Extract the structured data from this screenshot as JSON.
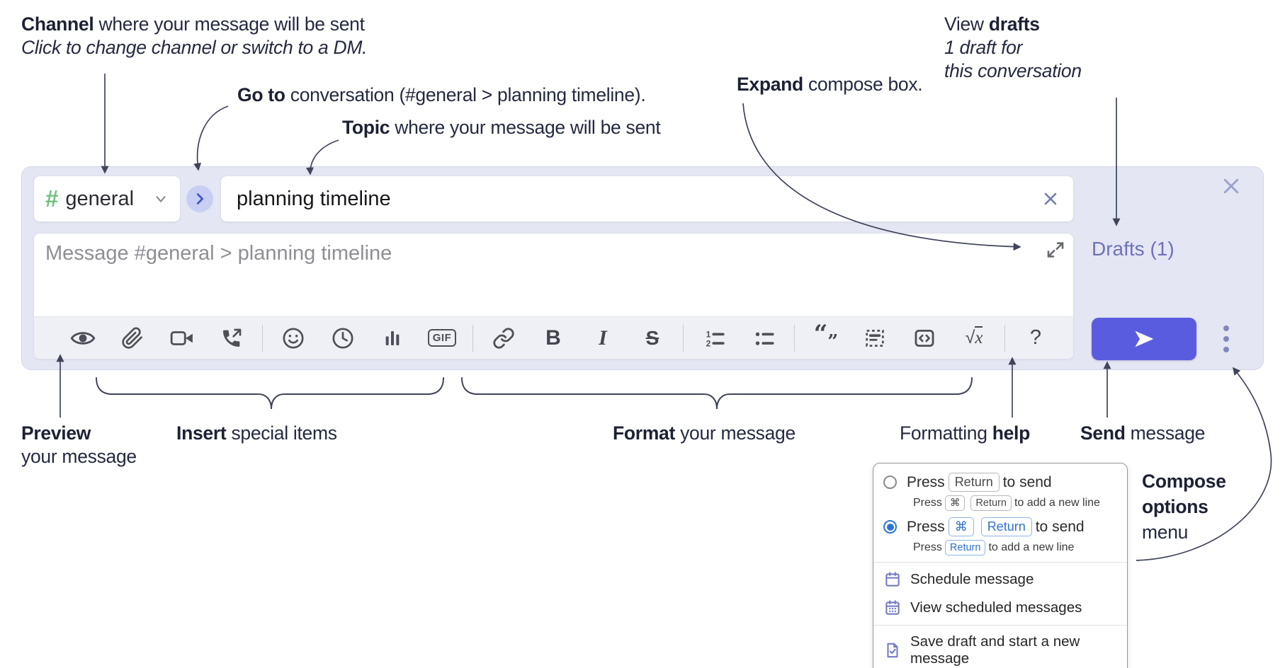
{
  "annotations": {
    "channel": {
      "bold": "Channel",
      "rest": " where your message will be sent",
      "sub": "Click to change channel or switch to a DM."
    },
    "goto": {
      "bold": "Go to",
      "rest": " conversation (#general > planning timeline)."
    },
    "topic": {
      "bold": "Topic",
      "rest": " where your message will be sent"
    },
    "expand": {
      "bold": "Expand",
      "rest": " compose box."
    },
    "drafts": {
      "pre": "View ",
      "bold": "drafts",
      "sub1": "1 draft for",
      "sub2": "this conversation"
    },
    "preview": {
      "bold": "Preview",
      "sub": "your message"
    },
    "insert": {
      "bold": "Insert",
      "rest": " special items"
    },
    "format": {
      "bold": "Format",
      "rest": " your message"
    },
    "help": {
      "pre": "Formatting ",
      "bold": "help"
    },
    "send": {
      "bold": "Send",
      "rest": " message"
    },
    "compose_options": {
      "line1": "Compose",
      "line2": "options",
      "line3": "menu"
    }
  },
  "compose": {
    "channel_hash": "#",
    "channel_name": "general",
    "topic_value": "planning timeline",
    "message_placeholder": "Message #general > planning timeline",
    "drafts_link": "Drafts (1)"
  },
  "toolbar": {
    "icons": [
      "preview-eye",
      "attach-file",
      "start-video-call",
      "start-voice-call",
      "emoji",
      "global-time",
      "poll",
      "gif",
      "link",
      "bold",
      "italic",
      "strikethrough",
      "numbered-list",
      "bulleted-list",
      "quote",
      "spoiler",
      "code",
      "math",
      "formatting-help"
    ],
    "bold": "B",
    "italic": "I",
    "strike": "S",
    "gif": "GIF",
    "help": "?",
    "ol1": "1",
    "ol2": "2",
    "quote_open": "“",
    "quote_close": "”",
    "sqrt": "√",
    "math_var": "x"
  },
  "popup": {
    "selected_option": 2,
    "opt1": {
      "press": "Press",
      "key": "Return",
      "after": "to send"
    },
    "opt1_sub": {
      "press": "Press",
      "key1": "⌘",
      "key2": "Return",
      "after": "to add a new line"
    },
    "opt2": {
      "press": "Press",
      "key1": "⌘",
      "key2": "Return",
      "after": "to send"
    },
    "opt2_sub": {
      "press": "Press",
      "key": "Return",
      "after": "to add a new line"
    },
    "schedule": "Schedule message",
    "view_scheduled": "View scheduled messages",
    "save_draft": "Save draft and start a new message"
  },
  "colors": {
    "compose_bg": "#e4e6f3",
    "send_button": "#5a5ce0",
    "drafts_link": "#6c71bd",
    "hash_green": "#6ec17d",
    "goto_circle_bg": "#c9cef4",
    "goto_chevron": "#4256d0",
    "radio_selected": "#2b74d8",
    "key_blue": "#2f6fce",
    "popup_icon_purple": "#7479c7",
    "toolbar_icon": "#4f4f57",
    "annotation_text": "#242a40"
  }
}
